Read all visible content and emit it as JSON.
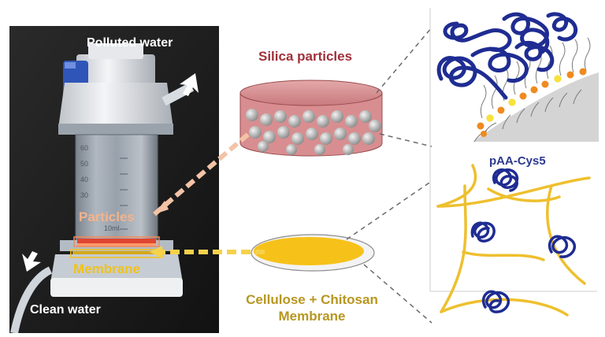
{
  "photo": {
    "polluted_label": "Polluted water",
    "clean_label": "Clean water",
    "particles_label": "Particles",
    "membrane_label": "Membrane",
    "scale_marks": [
      "60",
      "50",
      "40",
      "30",
      "10ml"
    ]
  },
  "silica": {
    "title": "Silica particles"
  },
  "cellulose": {
    "line1": "Cellulose + Chitosan",
    "line2": "Membrane"
  },
  "polymer": {
    "label": "pAA-Cys5"
  },
  "colors": {
    "silica_red": "#a0303a",
    "membrane_yellow": "#f6c21a",
    "polymer_blue": "#1f2c92",
    "bead_orange": "#ef8a1f"
  }
}
